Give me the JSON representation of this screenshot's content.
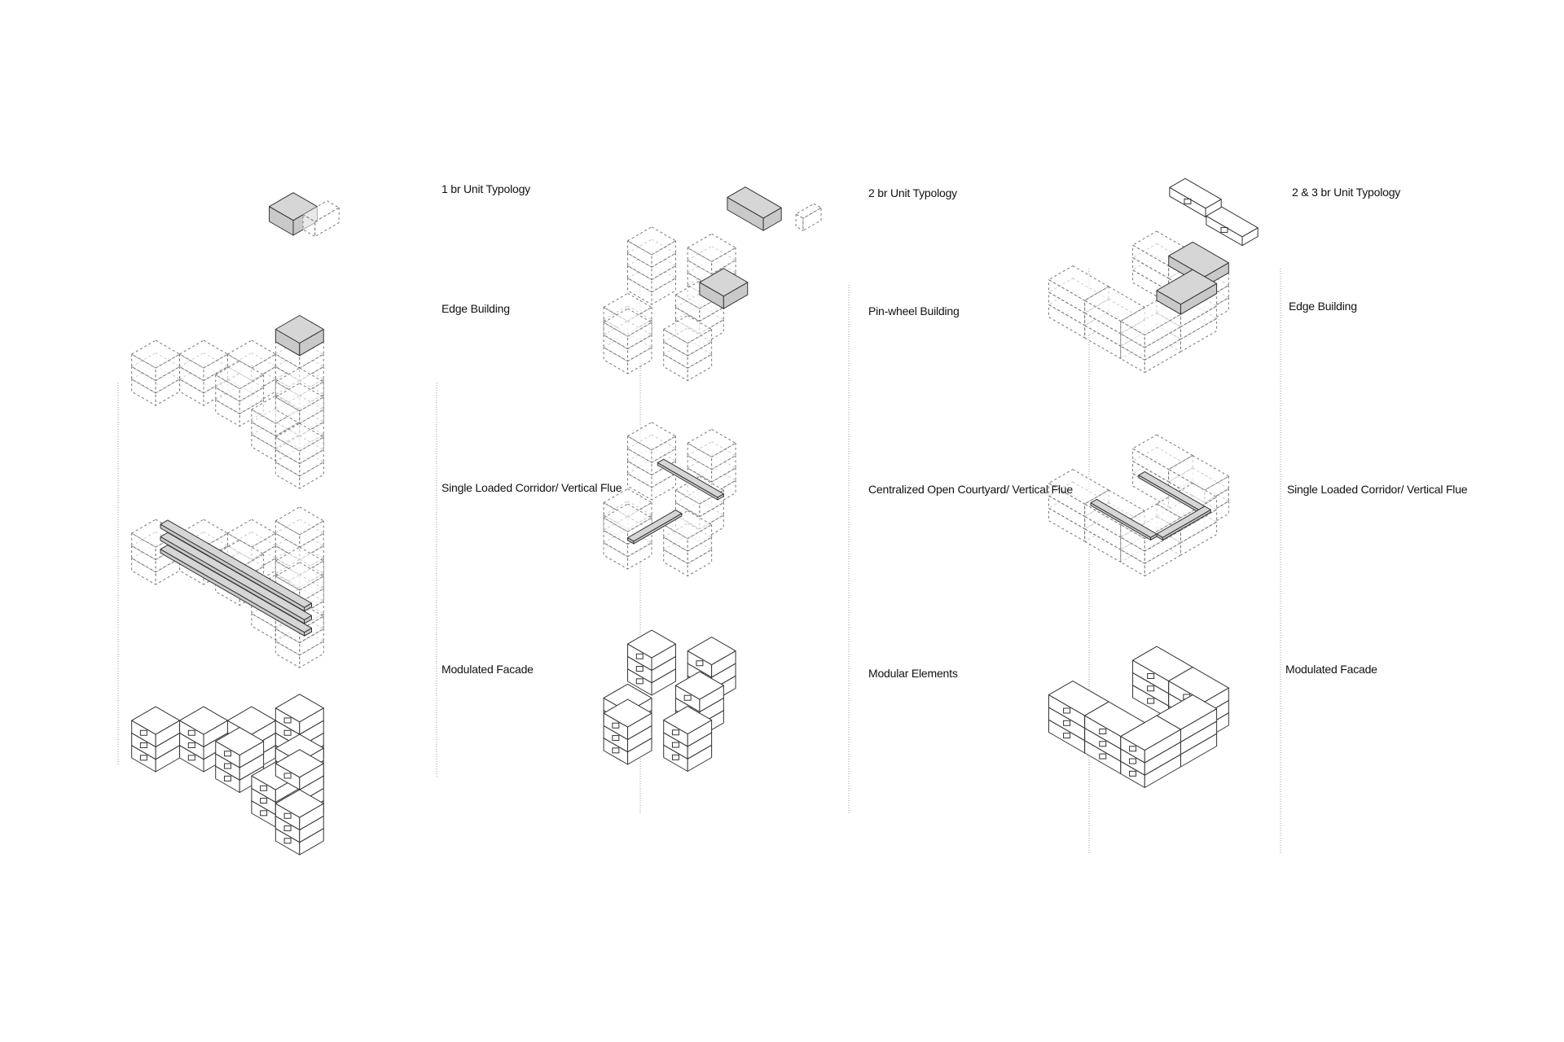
{
  "columns": [
    {
      "labels": [
        "1 br Unit Typology",
        "Edge Building",
        "Single Loaded Corridor/ Vertical Flue",
        "Modulated Facade"
      ]
    },
    {
      "labels": [
        "2 br Unit Typology",
        "Pin-wheel Building",
        "Centralized Open Courtyard/ Vertical Flue",
        "Modular Elements"
      ]
    },
    {
      "labels": [
        "2 & 3 br Unit Typology",
        "Edge Building",
        "Single Loaded Corridor/ Vertical Flue",
        "Modulated Facade"
      ]
    }
  ],
  "colors": {
    "line": "#333333",
    "dashed": "#777777",
    "fill_highlight": "#d6d6d6",
    "fill_light": "#e6e6e6"
  }
}
